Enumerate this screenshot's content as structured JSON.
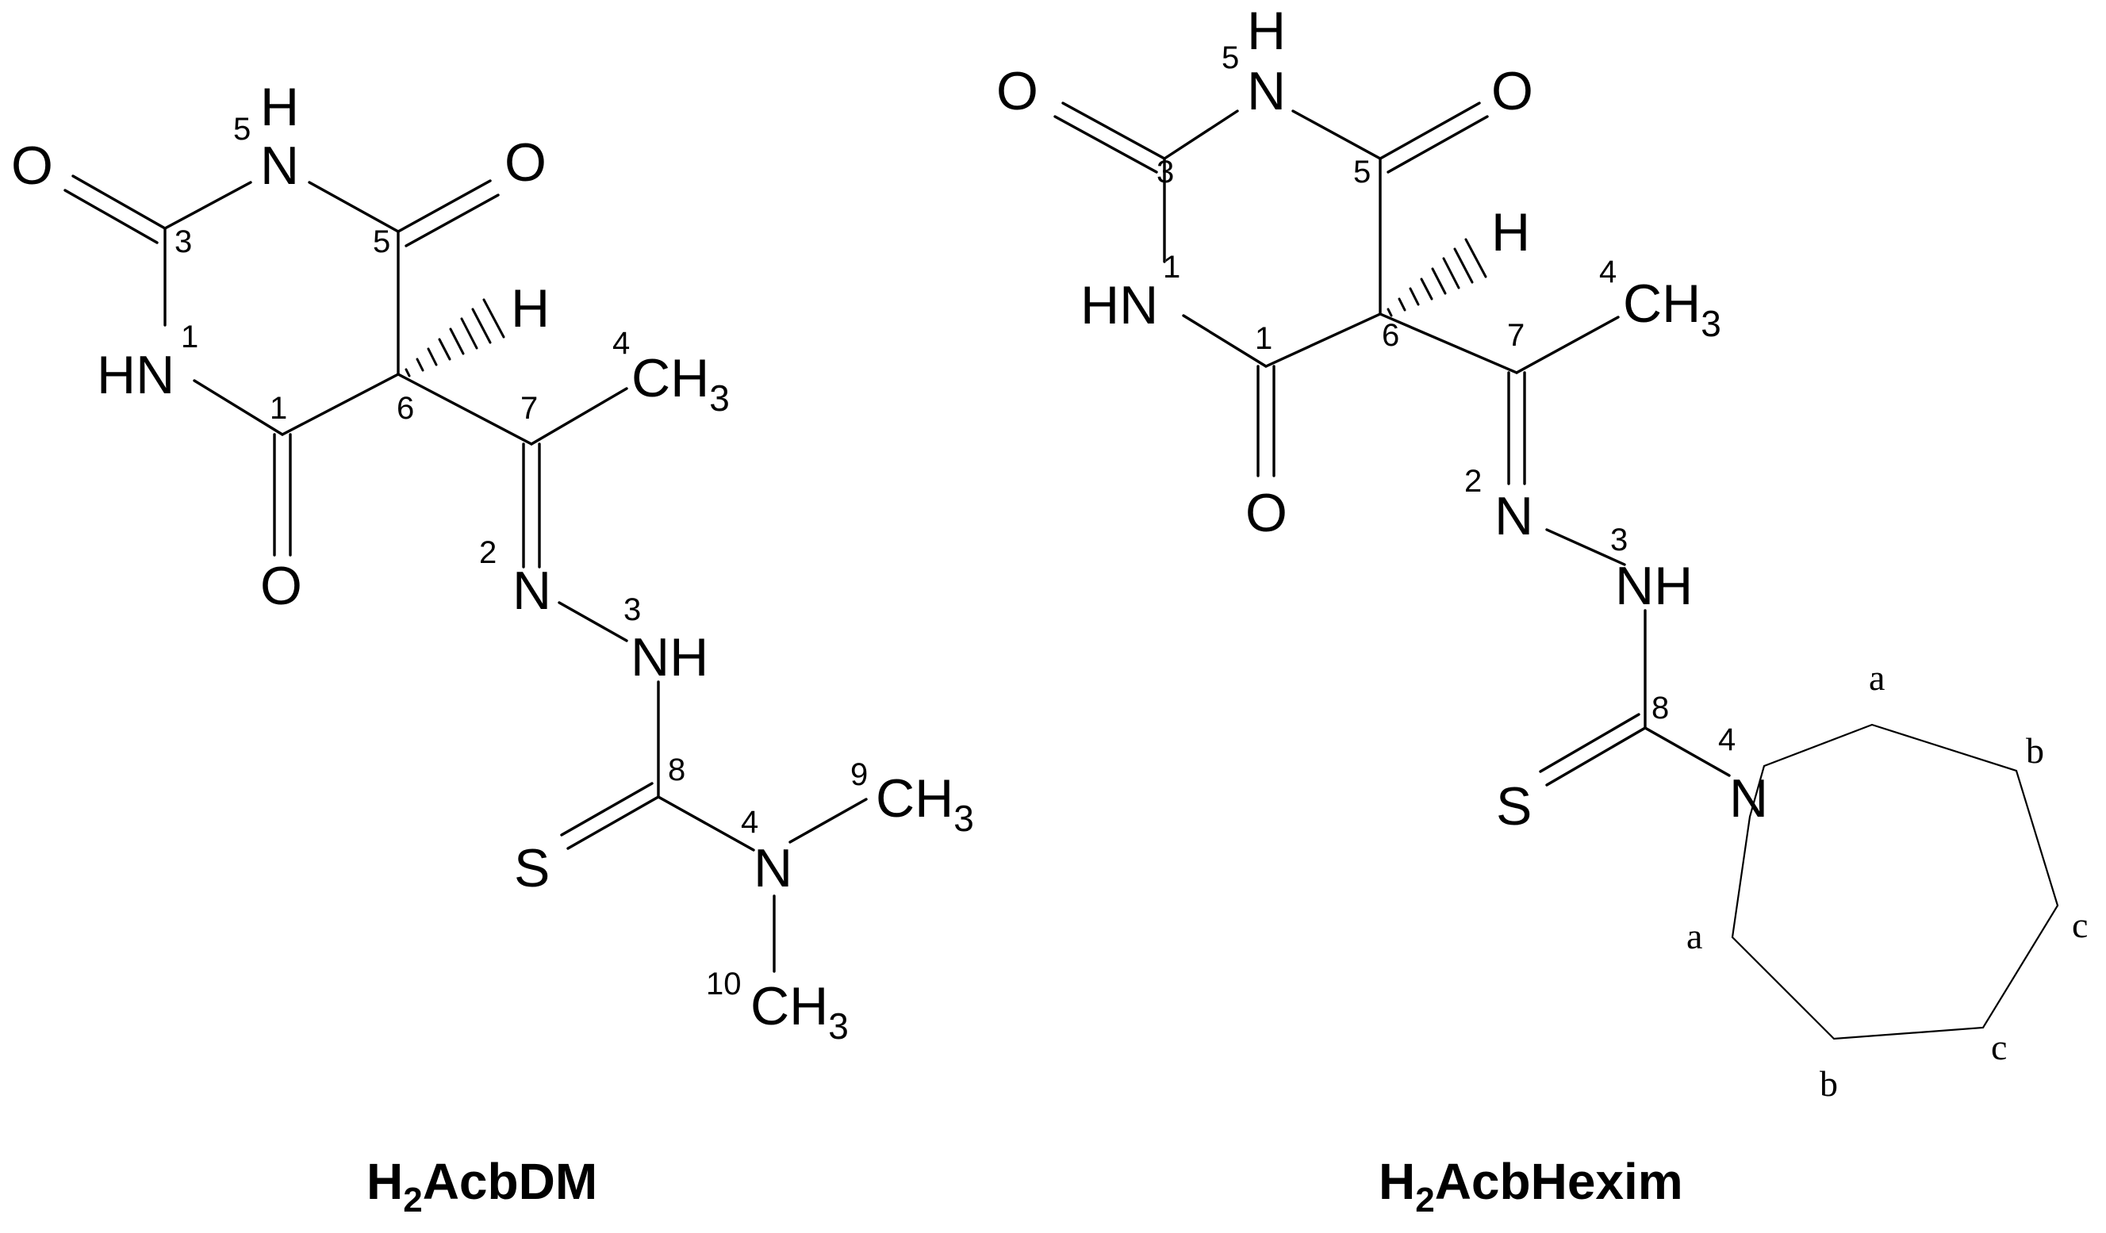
{
  "figure": {
    "molecules": [
      {
        "caption": {
          "main": "H",
          "subscript": "2",
          "rest": "AcbDM"
        },
        "atoms": {
          "o3": "O",
          "n5": "N",
          "n5_h": "H",
          "o5": "O",
          "hn1": "HN",
          "h6": "H",
          "c4": "CH",
          "c4_sub": "3",
          "o1": "O",
          "n2": "N",
          "nh3": "NH",
          "s": "S",
          "n4": "N",
          "c9": "CH",
          "c9_sub": "3",
          "c10": "CH",
          "c10_sub": "3"
        },
        "locants": {
          "n5": "5",
          "c3": "3",
          "c5": "5",
          "n1": "1",
          "c1": "1",
          "c6": "6",
          "c7": "7",
          "c4": "4",
          "n2": "2",
          "n3": "3",
          "c8": "8",
          "n4": "4",
          "c9": "9",
          "c10": "10"
        }
      },
      {
        "caption": {
          "main": "H",
          "subscript": "2",
          "rest": "AcbHexim"
        },
        "atoms": {
          "o3": "O",
          "n5": "N",
          "n5_h": "H",
          "o5": "O",
          "hn1": "HN",
          "h6": "H",
          "c4": "CH",
          "c4_sub": "3",
          "o1": "O",
          "n2": "N",
          "nh3": "NH",
          "s": "S",
          "n4": "N"
        },
        "locants": {
          "n5": "5",
          "c3": "3",
          "c5": "5",
          "n1": "1",
          "c1": "1",
          "c6": "6",
          "c7": "7",
          "c4": "4",
          "n2": "2",
          "n3": "3",
          "c8": "8",
          "n4": "4"
        },
        "ring_labels": {
          "a1": "a",
          "b1": "b",
          "c1": "c",
          "c2": "c",
          "b2": "b",
          "a2": "a"
        }
      }
    ]
  }
}
